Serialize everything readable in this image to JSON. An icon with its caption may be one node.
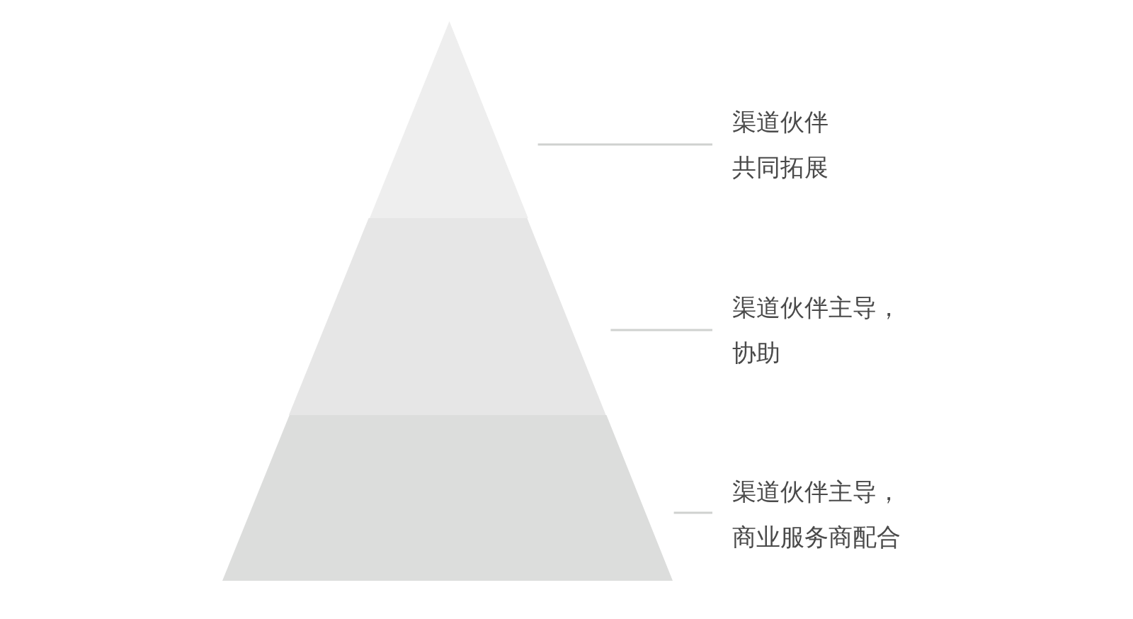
{
  "diagram": {
    "nodes": [
      {
        "text": [],
        "shape": "triangle"
      },
      {
        "text": [],
        "shape": "trapezoid"
      },
      {
        "text": [],
        "shape": "trapezoid"
      },
      {
        "text": [
          "渠道伙伴共同拓展"
        ]
      },
      {
        "text": [
          "渠道伙伴主导，协助"
        ]
      },
      {
        "text": [
          "渠道伙伴主导，商业服务商配合"
        ]
      }
    ],
    "edges": [
      {
        "from": 3,
        "to": 0,
        "arrow": "none"
      },
      {
        "from": 4,
        "to": 1,
        "arrow": "none"
      },
      {
        "from": 5,
        "to": 2,
        "arrow": "none"
      }
    ]
  }
}
